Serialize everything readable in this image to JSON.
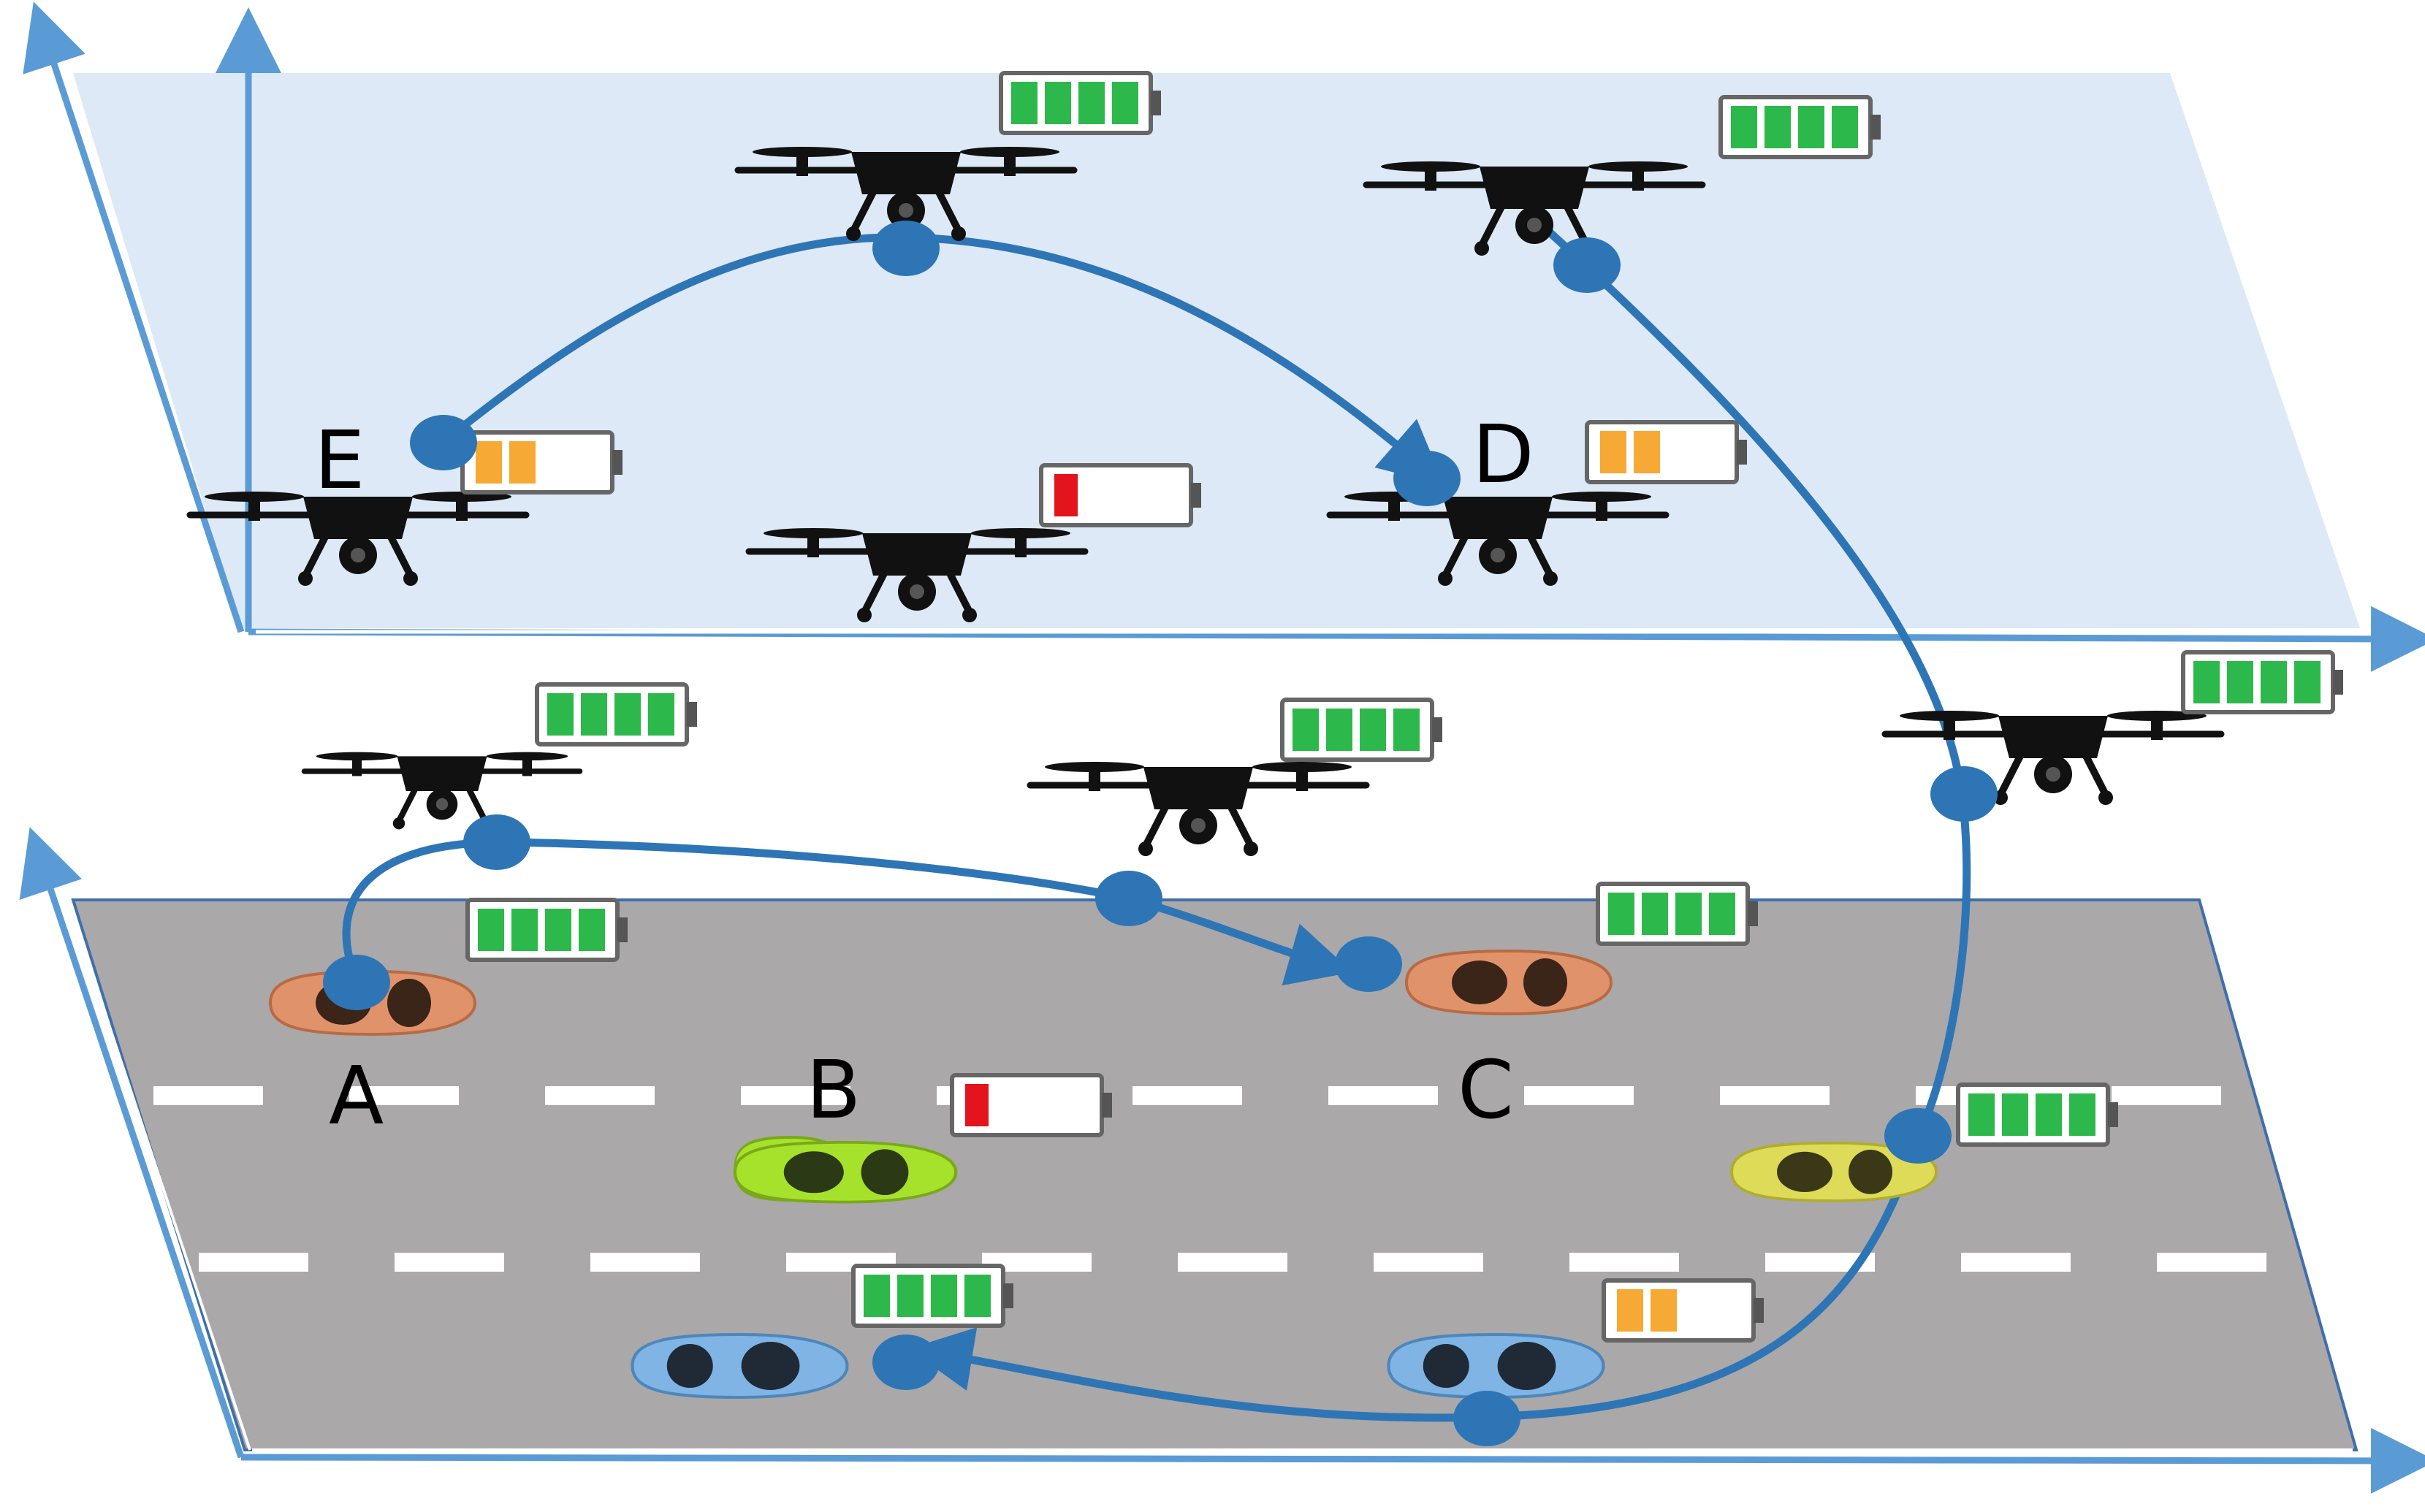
{
  "labels": {
    "a": "A",
    "b": "B",
    "c": "C",
    "d": "D",
    "e": "E"
  },
  "colors": {
    "upper_plane": "#dde9f6",
    "road": "#aaa8a9",
    "axis": "#5b9bd5",
    "path": "#2e75b6",
    "battery_full": "#2db84b",
    "battery_half": "#f7a935",
    "battery_low": "#e3141b",
    "car_orange": "#e0936a",
    "car_lime": "#a6e22c",
    "car_blue": "#7fb4e4",
    "car_yellow": "#dedb59"
  },
  "drones": [
    {
      "id": "upper-top-center",
      "battery": "full"
    },
    {
      "id": "upper-top-right",
      "battery": "full"
    },
    {
      "id": "drone-e",
      "battery": "half"
    },
    {
      "id": "upper-center",
      "battery": "low"
    },
    {
      "id": "drone-d",
      "battery": "half"
    },
    {
      "id": "mid-left",
      "battery": "full"
    },
    {
      "id": "mid-center",
      "battery": "full"
    },
    {
      "id": "mid-right",
      "battery": "full"
    }
  ],
  "vehicles": [
    {
      "id": "car-a",
      "color": "orange",
      "battery": "full"
    },
    {
      "id": "car-c",
      "color": "orange",
      "battery": "full"
    },
    {
      "id": "car-b",
      "color": "lime",
      "battery": "low"
    },
    {
      "id": "car-yellow",
      "color": "yellow",
      "battery": "full"
    },
    {
      "id": "car-blue-left",
      "color": "blue",
      "battery": "full"
    },
    {
      "id": "car-blue-right",
      "color": "blue",
      "battery": "half"
    }
  ]
}
